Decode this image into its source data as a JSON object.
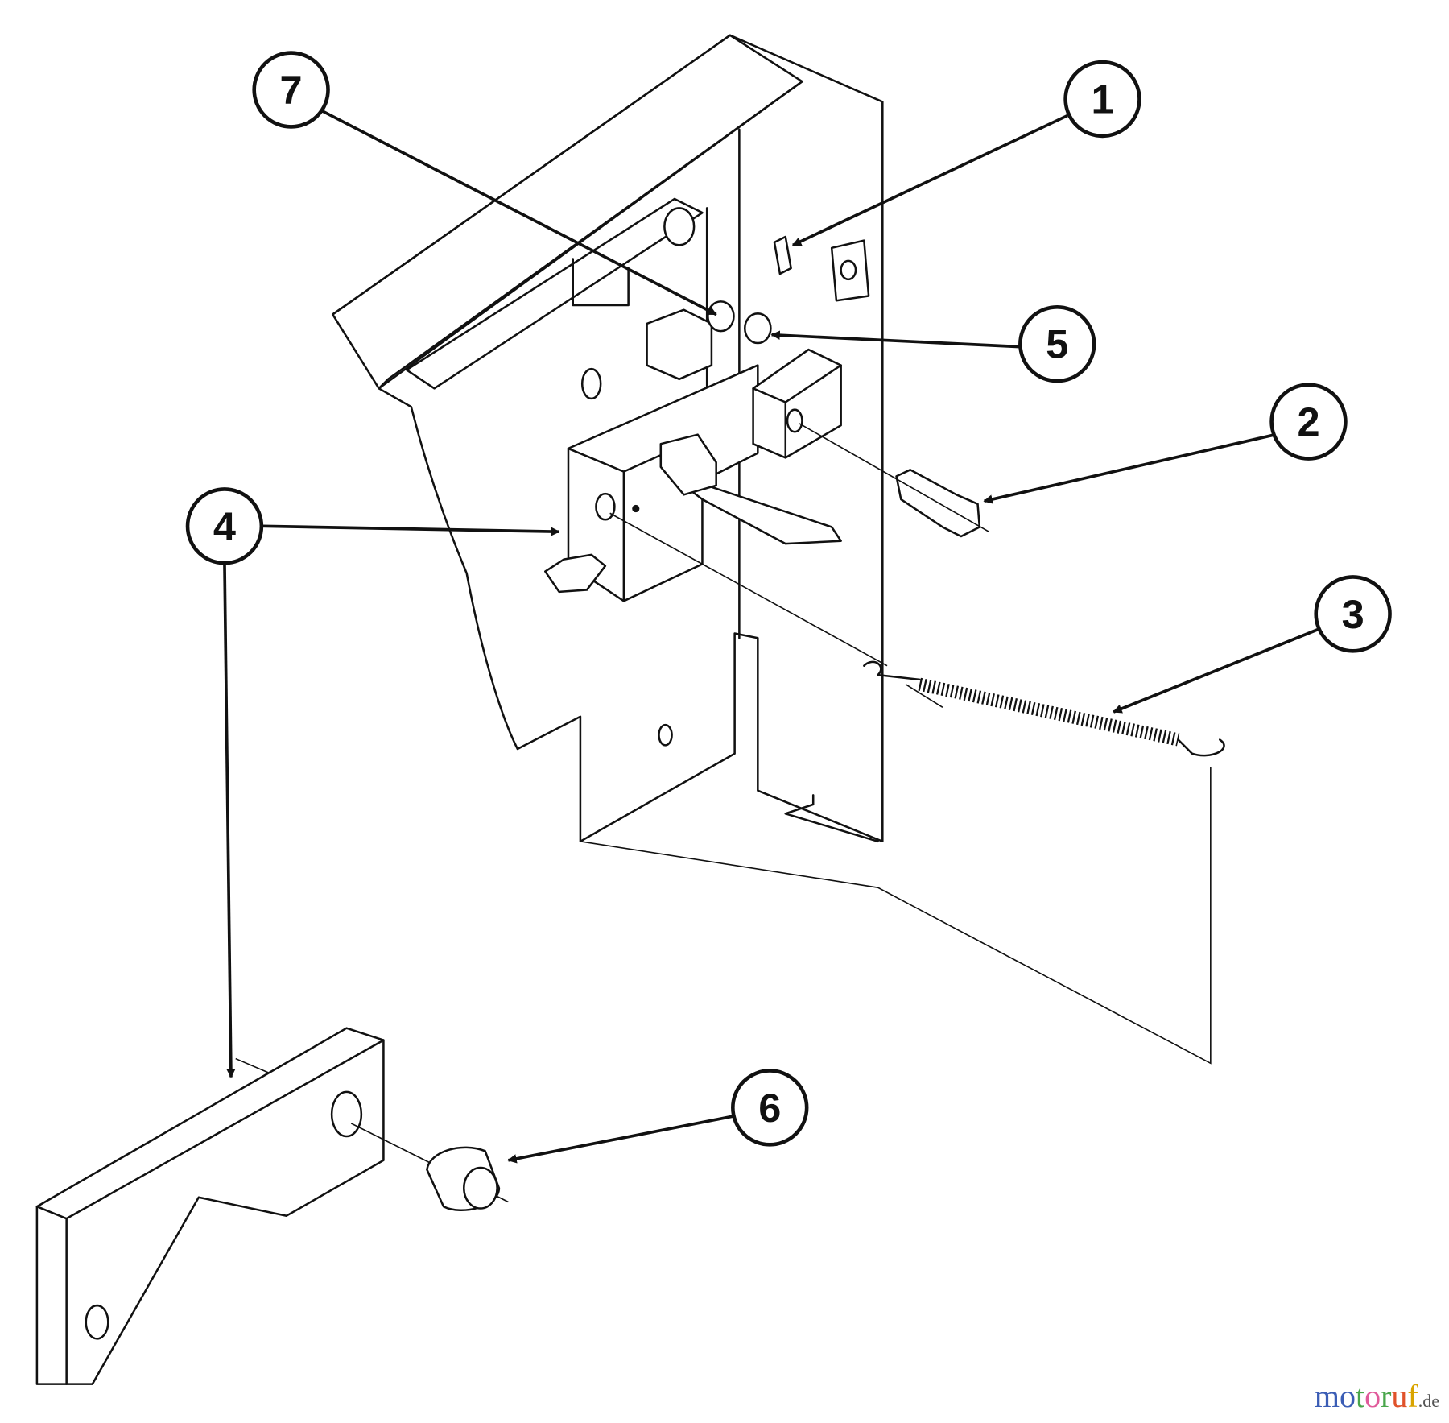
{
  "diagram": {
    "callouts": [
      {
        "number": "1"
      },
      {
        "number": "2"
      },
      {
        "number": "3"
      },
      {
        "number": "4"
      },
      {
        "number": "5"
      },
      {
        "number": "6"
      },
      {
        "number": "7"
      }
    ]
  },
  "watermark": {
    "brand": "motoruf",
    "tld": ".de",
    "letter_colors": [
      "#3b5db5",
      "#3b5db5",
      "#49a64b",
      "#e05a9a",
      "#49a64b",
      "#e0522a",
      "#d9a400"
    ]
  }
}
